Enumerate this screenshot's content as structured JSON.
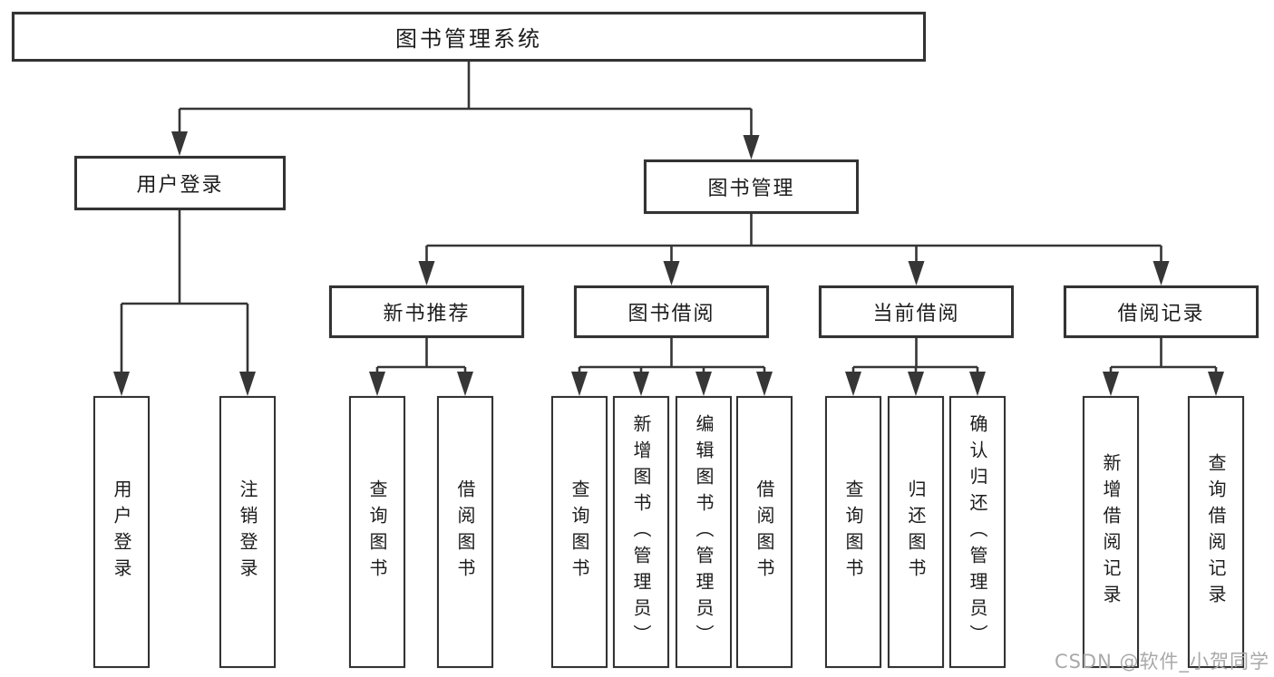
{
  "diagram": {
    "type": "hierarchy",
    "root": {
      "label": "图书管理系统",
      "children": [
        {
          "label": "用户登录",
          "children": [
            {
              "label": "用户登录"
            },
            {
              "label": "注销登录"
            }
          ]
        },
        {
          "label": "图书管理",
          "children": [
            {
              "label": "新书推荐",
              "children": [
                {
                  "label": "查询图书"
                },
                {
                  "label": "借阅图书"
                }
              ]
            },
            {
              "label": "图书借阅",
              "children": [
                {
                  "label": "查询图书"
                },
                {
                  "label": "新增图书（管理员）"
                },
                {
                  "label": "编辑图书（管理员）"
                },
                {
                  "label": "借阅图书"
                }
              ]
            },
            {
              "label": "当前借阅",
              "children": [
                {
                  "label": "查询图书"
                },
                {
                  "label": "归还图书"
                },
                {
                  "label": "确认归还（管理员）"
                }
              ]
            },
            {
              "label": "借阅记录",
              "children": [
                {
                  "label": "新增借阅记录"
                },
                {
                  "label": "查询借阅记录"
                }
              ]
            }
          ]
        }
      ]
    }
  },
  "watermark": "CSDN @软件_小贺同学",
  "colors": {
    "line": "#363636",
    "box_border": "#333333",
    "box_fill": "#ffffff",
    "text": "#1c1c1c",
    "watermark": "#a9a9a9",
    "background": "#ffffff"
  }
}
